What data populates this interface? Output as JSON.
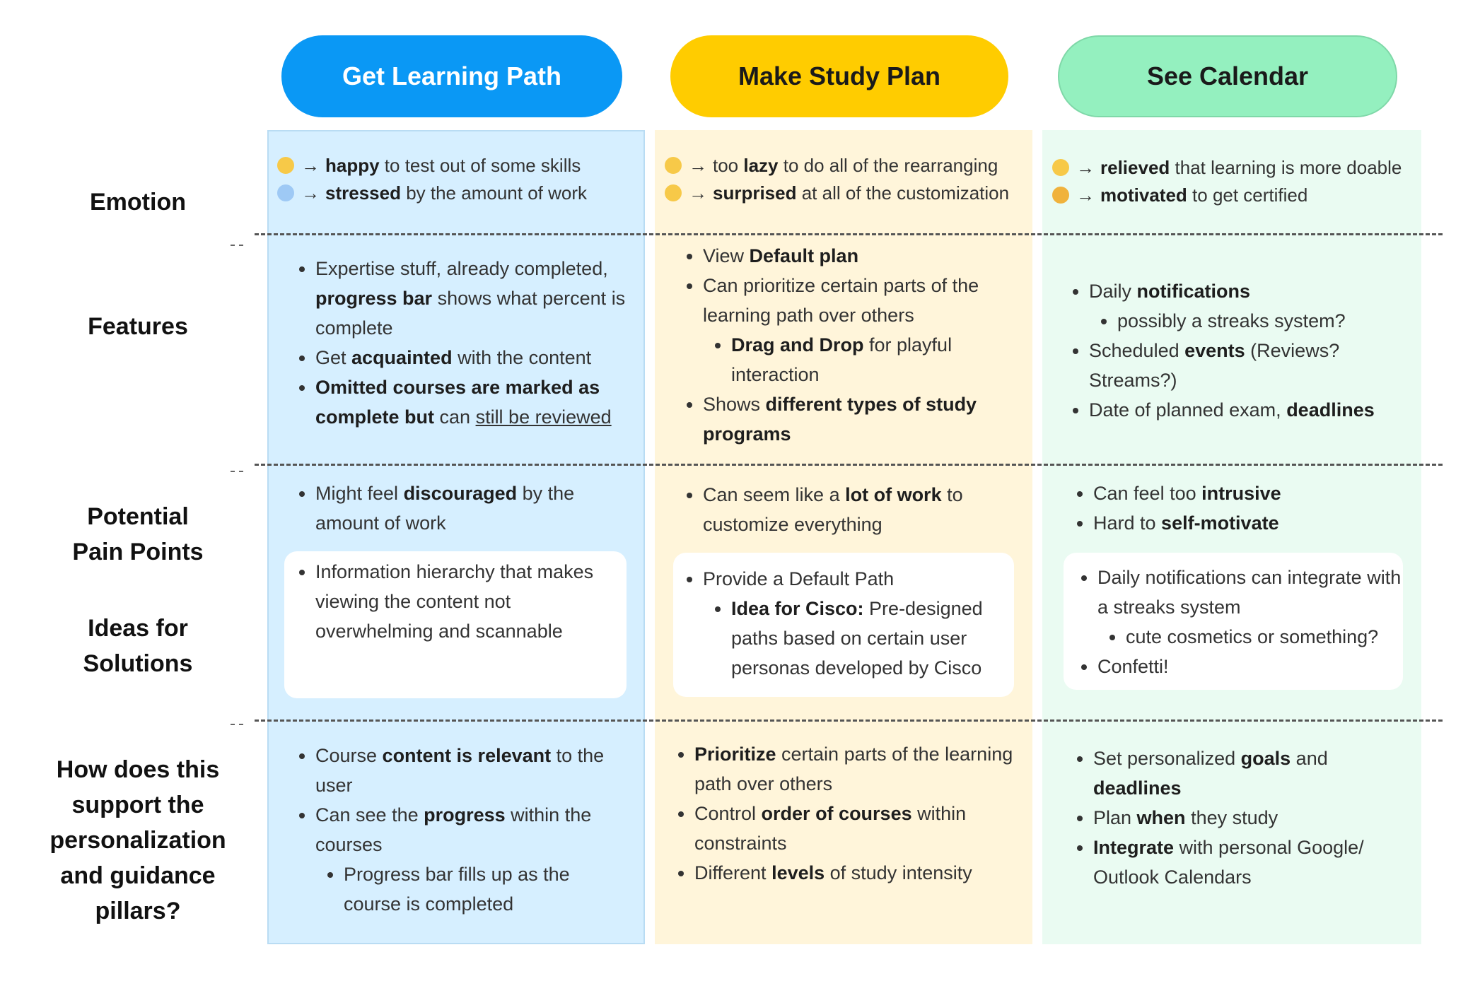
{
  "headers": [
    {
      "label": "Get Learning Path",
      "color": "#0a98f5",
      "text_color": "#ffffff"
    },
    {
      "label": "Make Study Plan",
      "color": "#ffcc00",
      "text_color": "#1a1a1a"
    },
    {
      "label": "See Calendar",
      "color": "#94f0bf",
      "text_color": "#1a1a1a"
    }
  ],
  "column_colors": [
    "#d6efff",
    "#fff5da",
    "#eafbf2"
  ],
  "row_labels": {
    "emotion": "Emotion",
    "features": "Features",
    "pain_points_1": "Potential",
    "pain_points_2": "Pain Points",
    "ideas_1": "Ideas for",
    "ideas_2": "Solutions",
    "support_1": "How does this",
    "support_2": "support the",
    "support_3": "personalization",
    "support_4": "and guidance",
    "support_5": "pillars?"
  },
  "emotion": {
    "c1": [
      {
        "arrow": "→",
        "bold": "happy",
        "rest": " to test out of some skills"
      },
      {
        "arrow": "→",
        "bold": "stressed",
        "rest": " by the amount of work"
      }
    ],
    "c2": [
      {
        "arrow": "→",
        "pre": "too ",
        "bold": "lazy",
        "rest": " to do all of the rearranging"
      },
      {
        "arrow": "→",
        "bold": "surprised",
        "rest": " at all of the customization"
      }
    ],
    "c3": [
      {
        "arrow": "→",
        "bold": "relieved",
        "rest": " that learning is more doable"
      },
      {
        "arrow": "→",
        "bold": "motivated",
        "rest": " to get certified"
      }
    ]
  },
  "features": {
    "c1": {
      "i1_a": "Expertise stuff, already completed, ",
      "i1_b": "progress bar",
      "i1_c": " shows what percent is complete",
      "i2_a": "Get ",
      "i2_b": "acquainted",
      "i2_c": " with the content",
      "i3_a": "Omitted courses are marked as complete but",
      "i3_b": " can ",
      "i3_c": "still be reviewed"
    },
    "c2": {
      "i1_a": "View ",
      "i1_b": "Default plan",
      "i2": "Can prioritize certain parts of the learning path over others",
      "i2s_a": "Drag and Drop",
      "i2s_b": " for playful interaction",
      "i3_a": "Shows ",
      "i3_b": "different types of study programs"
    },
    "c3": {
      "i1_a": "Daily ",
      "i1_b": "notifications",
      "i1s": "possibly a streaks system?",
      "i2_a": "Scheduled ",
      "i2_b": "events",
      "i2_c": " (Reviews? Streams?)",
      "i3_a": "Date of planned exam, ",
      "i3_b": "deadlines"
    }
  },
  "pain": {
    "c1": {
      "a": "Might feel ",
      "b": "discouraged",
      "c": " by the amount of work"
    },
    "c2": {
      "a": "Can seem like a ",
      "b": "lot of work",
      "c": " to customize everything"
    },
    "c3": {
      "i1_a": "Can feel too ",
      "i1_b": "intrusive",
      "i2_a": "Hard to ",
      "i2_b": "self-motivate"
    }
  },
  "ideas": {
    "c1": "Information hierarchy that makes viewing the content not overwhelming and scannable",
    "c2": {
      "i1": "Provide a Default Path",
      "s_a": "Idea for Cisco:",
      "s_b": " Pre-designed paths based on certain user personas developed by Cisco"
    },
    "c3": {
      "i1": "Daily notifications can integrate with a streaks system",
      "i1s": "cute cosmetics or something?",
      "i2": "Confetti!"
    }
  },
  "support": {
    "c1": {
      "i1_a": "Course ",
      "i1_b": "content is relevant",
      "i1_c": " to the user",
      "i2_a": "Can see the ",
      "i2_b": "progress",
      "i2_c": " within the courses",
      "i2s": "Progress bar fills up as the course is completed"
    },
    "c2": {
      "i1_a": "Prioritize",
      "i1_b": " certain parts of the learning path over others",
      "i2_a": "Control ",
      "i2_b": "order of courses",
      "i2_c": " within constraints",
      "i3_a": "Different ",
      "i3_b": "levels",
      "i3_c": " of study intensity"
    },
    "c3": {
      "i1_a": "Set personalized ",
      "i1_b": "goals",
      "i1_c": " and ",
      "i1_d": "deadlines",
      "i2_a": "Plan ",
      "i2_b": "when",
      "i2_c": " they study",
      "i3_a": "Integrate",
      "i3_b": " with personal Google/ Outlook Calendars"
    }
  }
}
